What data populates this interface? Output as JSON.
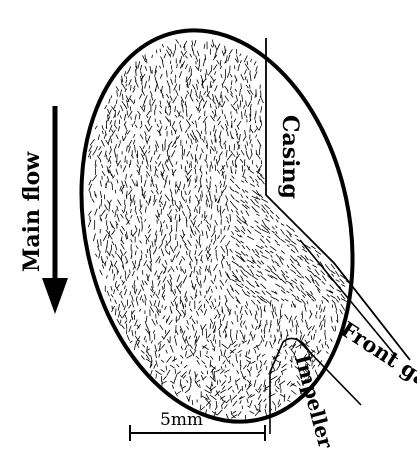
{
  "labels": {
    "main_flow": "Main flow",
    "casing": "Casing",
    "front_gap": "Front gap",
    "impeller": "Impeller",
    "scale": "5mm"
  },
  "colors": {
    "ink": "#000000",
    "background": "#ffffff"
  }
}
